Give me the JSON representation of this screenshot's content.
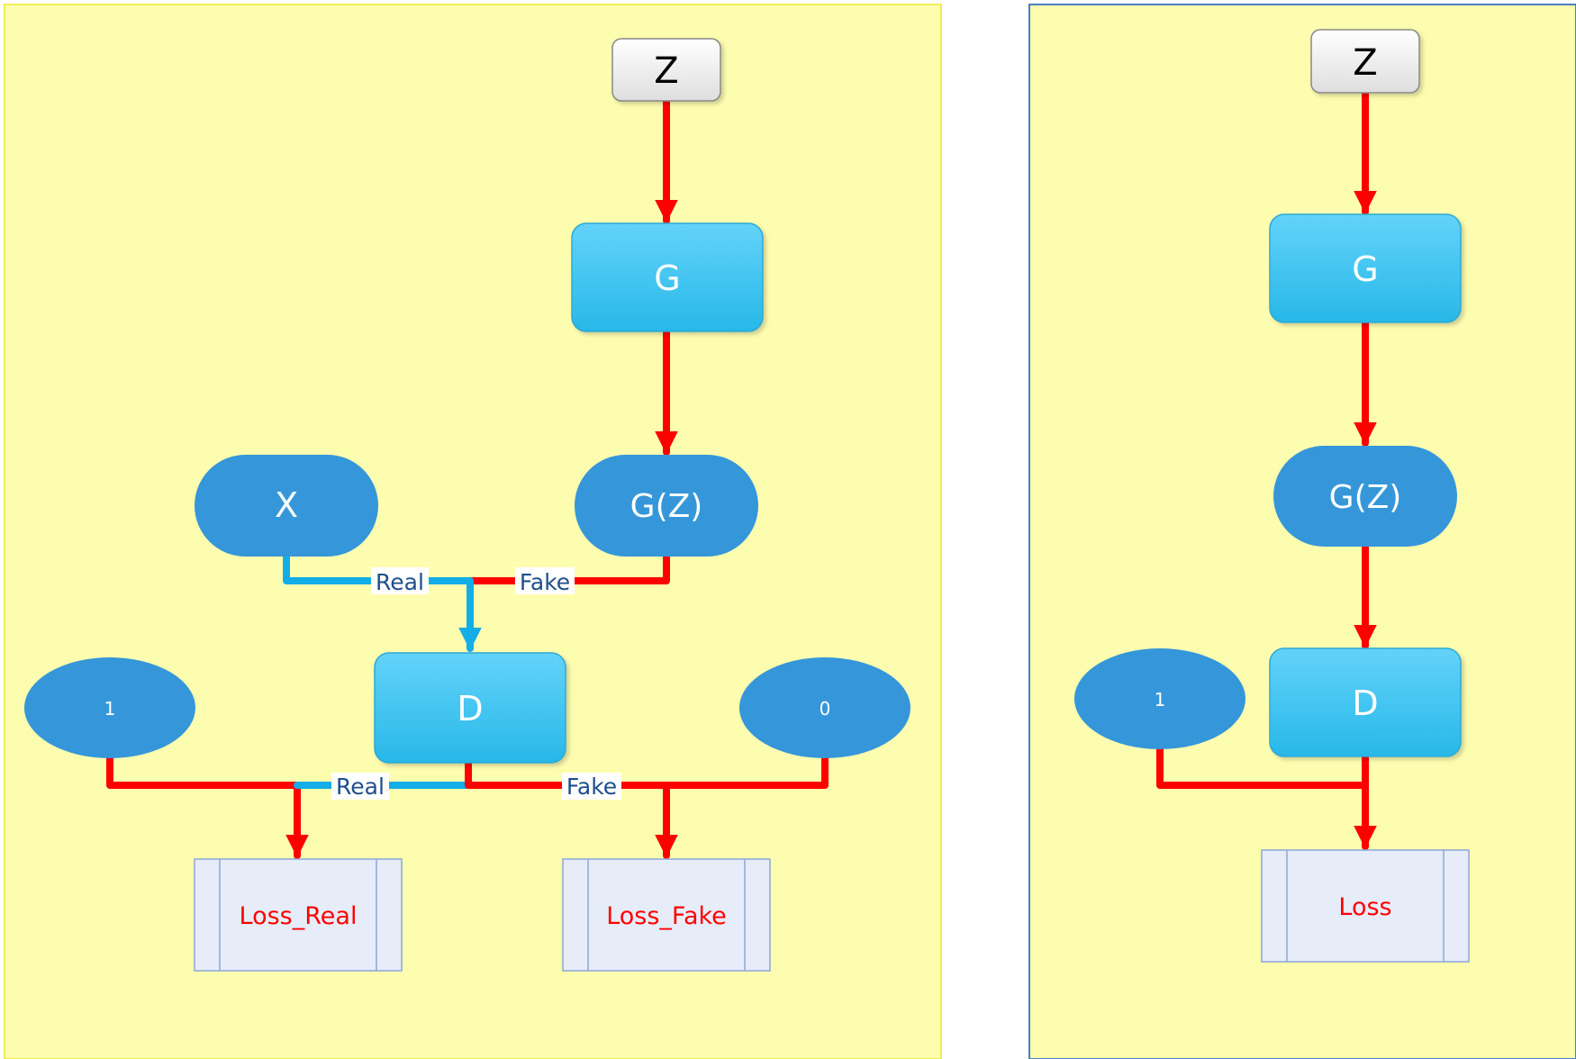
{
  "diagram": {
    "left_panel": {
      "z": "Z",
      "g": "G",
      "gz": "G(Z)",
      "x": "X",
      "d": "D",
      "one": "1",
      "zero": "0",
      "edge_real_top": "Real",
      "edge_fake_top": "Fake",
      "edge_real_bottom": "Real",
      "edge_fake_bottom": "Fake",
      "loss_real": "Loss_Real",
      "loss_fake": "Loss_Fake"
    },
    "right_panel": {
      "z": "Z",
      "g": "G",
      "gz": "G(Z)",
      "d": "D",
      "one": "1",
      "loss": "Loss"
    }
  },
  "colors": {
    "panel_bg": "#fdfdb0",
    "red_edge": "#ff0000",
    "blue_edge": "#13aee8",
    "process_box": "#3ec4ef",
    "terminal": "#3597d9",
    "loss_box": "#e6edf9",
    "loss_text": "#ff0000",
    "edge_label": "#1f4e8c"
  }
}
